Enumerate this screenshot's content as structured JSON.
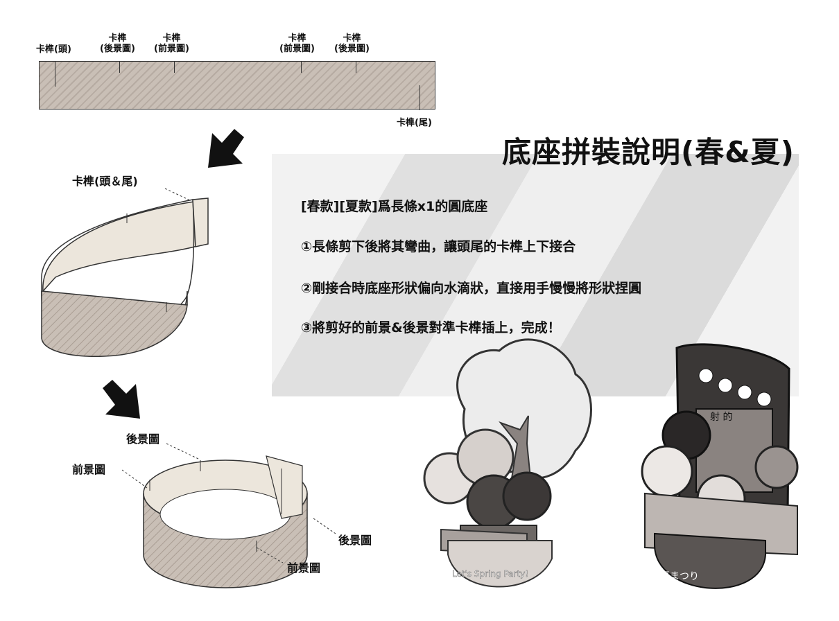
{
  "strip": {
    "labels": {
      "head": "卡榫(頭)",
      "bg1": "卡榫\n(後景圖)",
      "fg1": "卡榫\n(前景圖)",
      "fg2": "卡榫\n(前景圖)",
      "bg2": "卡榫\n(後景圖)",
      "tail": "卡榫(尾)"
    }
  },
  "loop": {
    "label": "卡榫(頭＆尾)"
  },
  "ring": {
    "labels": {
      "bg_top": "後景圖",
      "fg_left": "前景圖",
      "bg_right": "後景圖",
      "fg_bottom": "前景圖"
    }
  },
  "instructions": {
    "title": "底座拼裝說明(春&夏)",
    "intro": "[春款][夏款]爲長條x1的圓底座",
    "step1": "①長條剪下後將其彎曲，讓頭尾的卡榫上下接合",
    "step2": "②剛接合時底座形狀偏向水滴狀，直接用手慢慢將形狀捏圓",
    "step3": "③將剪好的前景&後景對準卡榫插上，完成！"
  },
  "figures": {
    "spring_text": "Let's Spring Party!",
    "summer_text": "夏まつり",
    "summer_sign": "射 的"
  }
}
